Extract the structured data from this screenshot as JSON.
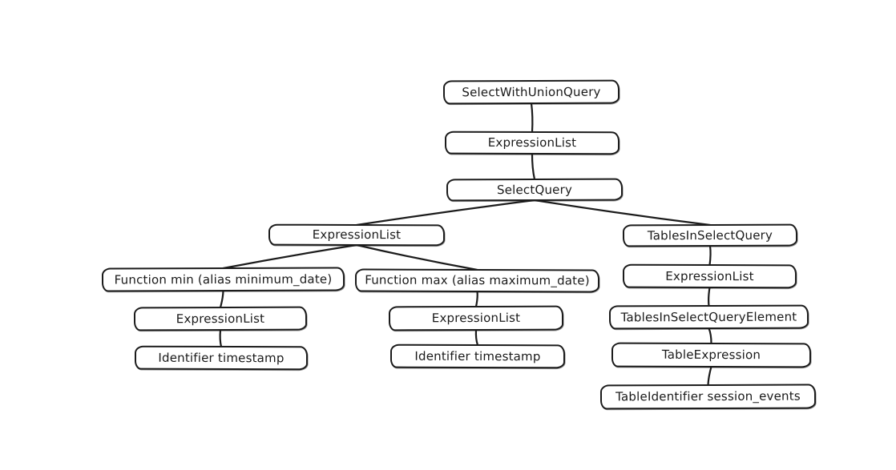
{
  "diagram": {
    "kind": "ast-tree",
    "stroke_color": "#1b1b1b",
    "node_fill_color": "#ffffff",
    "background_color": "#ffffff",
    "nodes": [
      {
        "id": "n0",
        "label": "SelectWithUnionQuery"
      },
      {
        "id": "n1",
        "label": "ExpressionList"
      },
      {
        "id": "n2",
        "label": "SelectQuery"
      },
      {
        "id": "n3",
        "label": "ExpressionList"
      },
      {
        "id": "n4",
        "label": "Function min (alias minimum_date)"
      },
      {
        "id": "n5",
        "label": "Function max (alias maximum_date)"
      },
      {
        "id": "n6",
        "label": "ExpressionList"
      },
      {
        "id": "n7",
        "label": "Identifier timestamp"
      },
      {
        "id": "n8",
        "label": "ExpressionList"
      },
      {
        "id": "n9",
        "label": "Identifier timestamp"
      },
      {
        "id": "n10",
        "label": "TablesInSelectQuery"
      },
      {
        "id": "n11",
        "label": "ExpressionList"
      },
      {
        "id": "n12",
        "label": "TablesInSelectQueryElement"
      },
      {
        "id": "n13",
        "label": "TableExpression"
      },
      {
        "id": "n14",
        "label": "TableIdentifier session_events"
      }
    ],
    "edges": [
      {
        "from": "n0",
        "to": "n1"
      },
      {
        "from": "n1",
        "to": "n2"
      },
      {
        "from": "n2",
        "to": "n3"
      },
      {
        "from": "n2",
        "to": "n10"
      },
      {
        "from": "n3",
        "to": "n4"
      },
      {
        "from": "n3",
        "to": "n5"
      },
      {
        "from": "n4",
        "to": "n6"
      },
      {
        "from": "n6",
        "to": "n7"
      },
      {
        "from": "n5",
        "to": "n8"
      },
      {
        "from": "n8",
        "to": "n9"
      },
      {
        "from": "n10",
        "to": "n11"
      },
      {
        "from": "n11",
        "to": "n12"
      },
      {
        "from": "n12",
        "to": "n13"
      },
      {
        "from": "n13",
        "to": "n14"
      }
    ]
  }
}
